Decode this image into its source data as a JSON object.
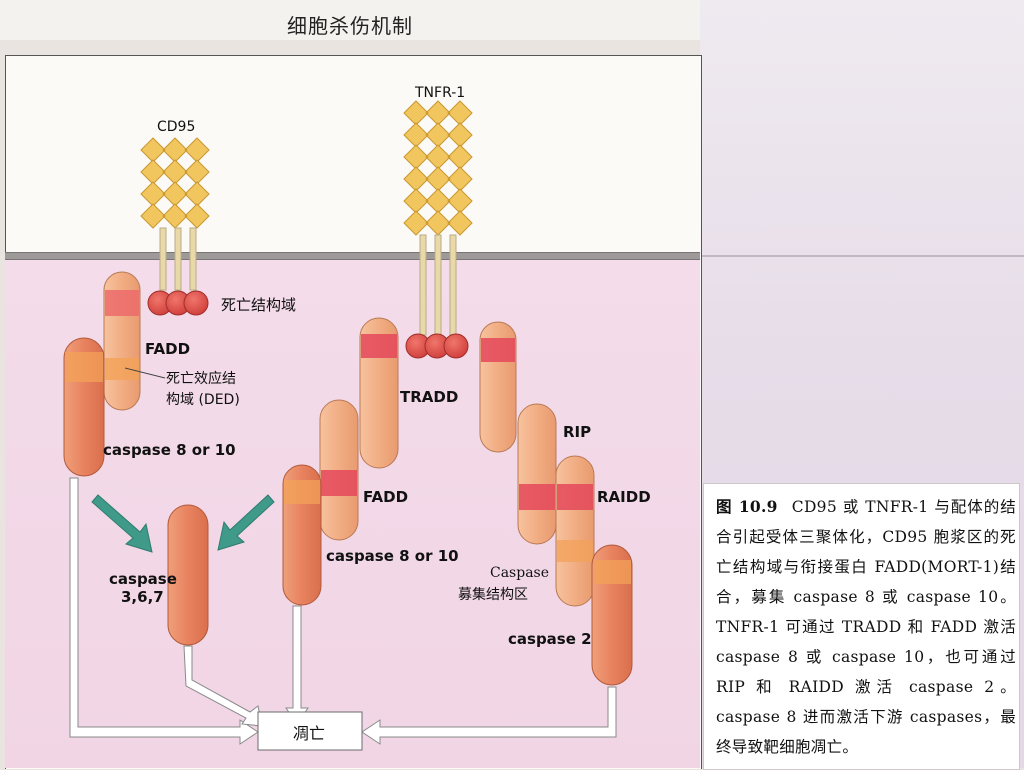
{
  "diagram_title": "细胞杀伤机制",
  "labels": {
    "cd95": "CD95",
    "tnfr1": "TNFR-1",
    "death_domain": "死亡结构域",
    "fadd_left": "FADD",
    "ded": "死亡效应结\n构域 (DED)",
    "caspase810_left": "caspase 8 or 10",
    "tradd": "TRADD",
    "fadd_mid": "FADD",
    "caspase810_mid": "caspase 8 or 10",
    "caspase367_line1": "caspase",
    "caspase367_line2": "3,6,7",
    "rip": "RIP",
    "raidd": "RAIDD",
    "caspase_recruit_line1": "Caspase",
    "caspase_recruit_line2": "募集结构区",
    "caspase2": "caspase 2",
    "apoptosis": "凋亡"
  },
  "caption": {
    "number": "图 10.9",
    "text": "CD95 或 TNFR-1 与配体的结合引起受体三聚体化，CD95 胞浆区的死亡结构域与衔接蛋白 FADD(MORT-1)结合，募集 caspase 8 或 caspase 10。TNFR-1 可通过 TRADD 和 FADD 激活 caspase 8 或 caspase 10，也可通过 RIP 和 RAIDD 激活 caspase 2。caspase 8 进而激活下游 caspases，最终导致靶细胞凋亡。"
  },
  "colors": {
    "receptor_diamond": "#f1c65f",
    "death_domain": "#e5564f",
    "protein_body": "#f3b08a",
    "protein_band": "#e4485a",
    "caspase_body": "#e98563",
    "arrow_teal": "#3f9a8a",
    "cytoplasm": "#f2d7e6"
  }
}
